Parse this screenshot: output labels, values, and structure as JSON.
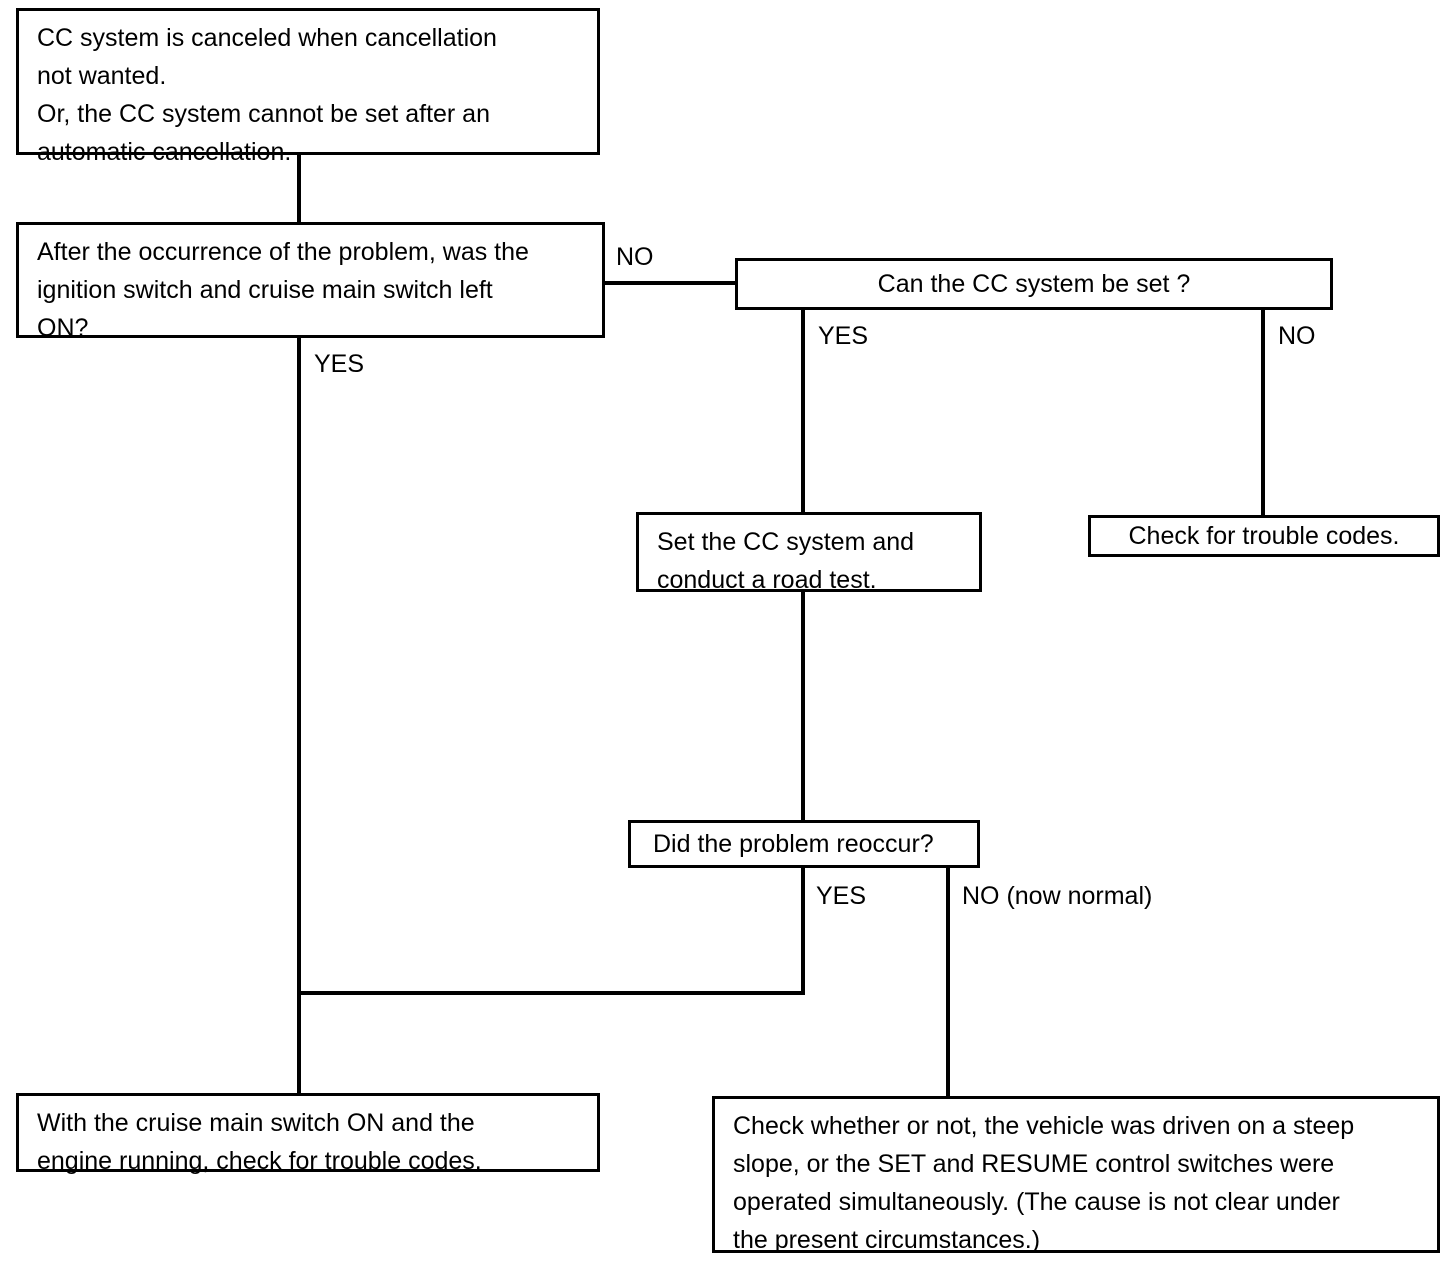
{
  "diagram": {
    "title": "Cruise control system troubleshooting flowchart",
    "background_color": "#ffffff",
    "line_color": "#000000",
    "nodes": {
      "problem_statement": "CC system is canceled when cancellation\nnot wanted.\nOr, the CC system cannot be set after an\nautomatic cancellation.",
      "ignition_question": "After the occurrence of the problem, was the\nignition switch and cruise main switch left\nON?",
      "can_set_question": "Can the CC system be set ?",
      "set_and_road_test": "Set the CC system and\nconduct a road test.",
      "check_trouble_codes": "Check for trouble codes.",
      "reoccur_question": "Did the problem reoccur?",
      "cruise_switch_on_check": "With the cruise main switch ON and the\nengine running, check for trouble codes.",
      "steep_slope_check": "Check whether or not, the vehicle was driven on a steep\nslope, or the SET and RESUME control switches were\noperated simultaneously. (The cause is not clear under\nthe present circumstances.)"
    },
    "edge_labels": {
      "ignition_no": "NO",
      "ignition_yes": "YES",
      "can_set_yes": "YES",
      "can_set_no": "NO",
      "reoccur_yes": "YES",
      "reoccur_no": "NO (now normal)"
    }
  }
}
